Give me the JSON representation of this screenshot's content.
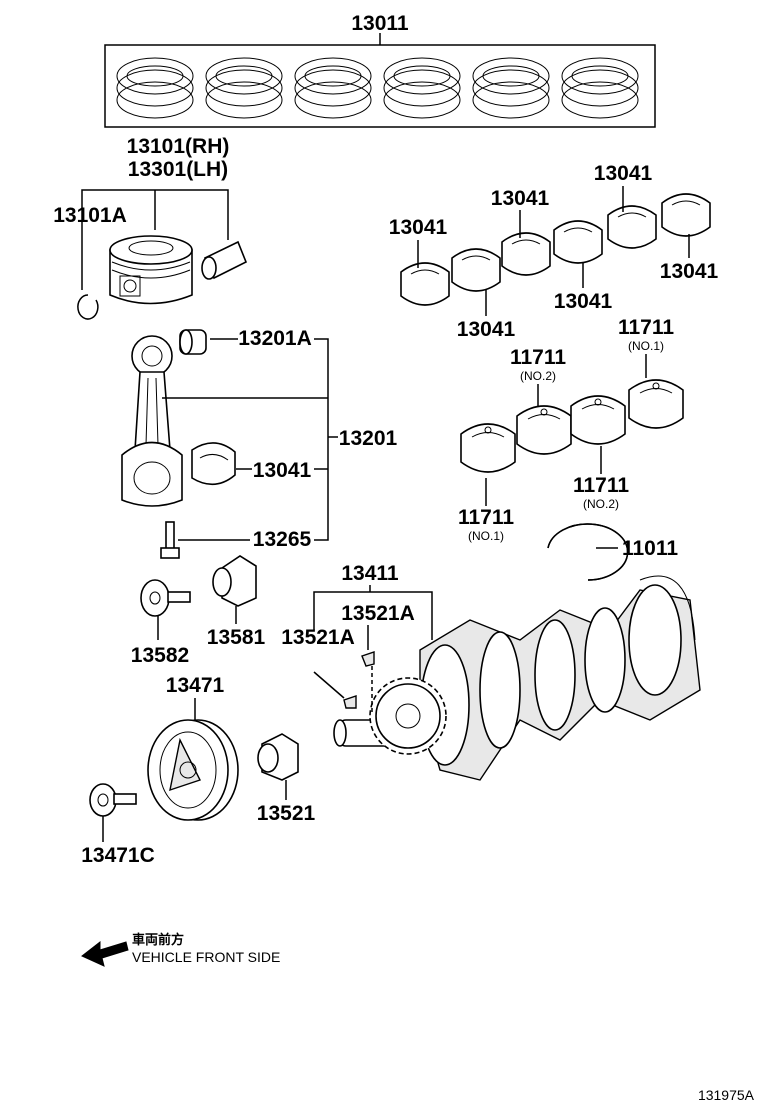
{
  "labels": {
    "p13011": "13011",
    "p13101rh": "13101(RH)",
    "p13301lh": "13301(LH)",
    "p13101a": "13101A",
    "p13201a": "13201A",
    "p13201": "13201",
    "p13041_rod": "13041",
    "p13265": "13265",
    "p13041_a": "13041",
    "p13041_b": "13041",
    "p13041_c": "13041",
    "p13041_d": "13041",
    "p13041_e": "13041",
    "p13041_f": "13041",
    "p11711_a": "11711",
    "p11711_a_sub": "(NO.1)",
    "p11711_b": "11711",
    "p11711_b_sub": "(NO.2)",
    "p11711_c": "11711",
    "p11711_c_sub": "(NO.2)",
    "p11711_d": "11711",
    "p11711_d_sub": "(NO.1)",
    "p11011": "11011",
    "p13411": "13411",
    "p13521a_1": "13521A",
    "p13521a_2": "13521A",
    "p13582": "13582",
    "p13581": "13581",
    "p13471": "13471",
    "p13471c": "13471C",
    "p13521": "13521"
  },
  "caption": {
    "cn": "車両前方",
    "en": "VEHICLE FRONT SIDE"
  },
  "figure_number": "131975A",
  "icons": {
    "front_arrow": "arrow-left-icon"
  }
}
